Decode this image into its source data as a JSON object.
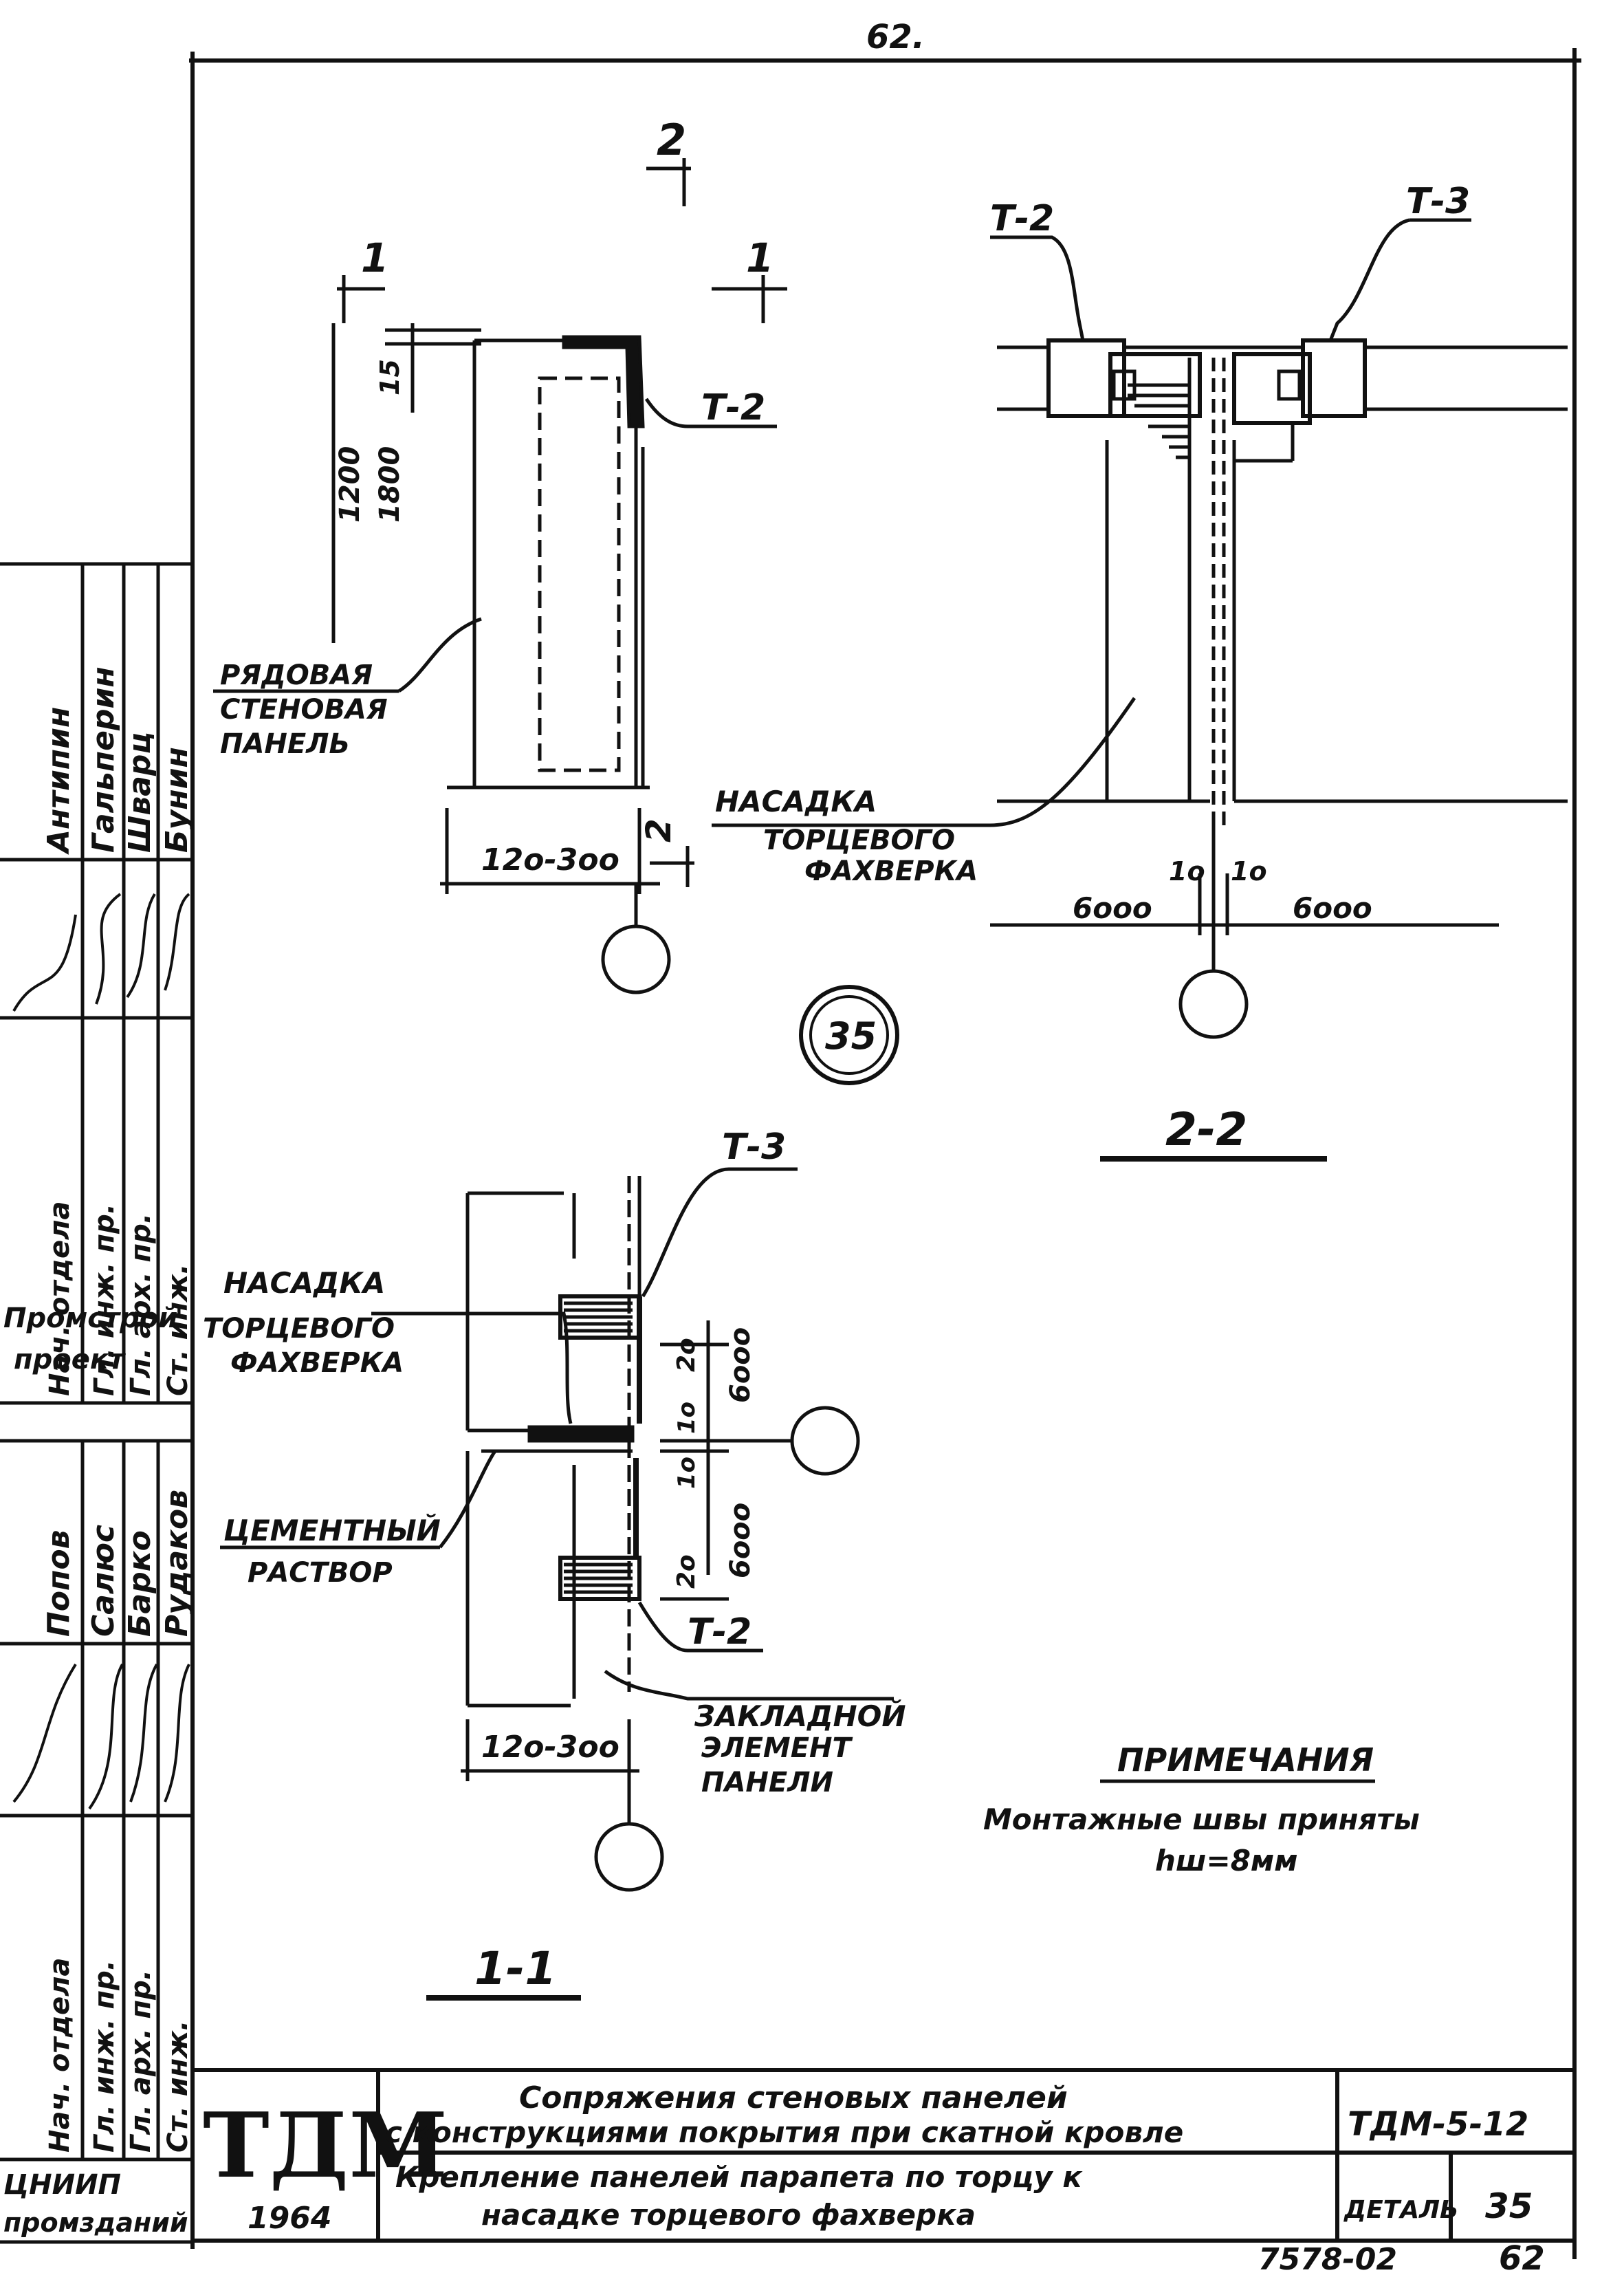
{
  "sheet_number_top": "62.",
  "views": {
    "section_marker_2": "2",
    "section_marker_1": "1",
    "dims_left": {
      "d15": "15",
      "d1200": "1200",
      "d1800": "1800",
      "d120_300": "12o-3oo"
    },
    "label_t2": "Т-2",
    "label_t3": "Т-3",
    "row_panel": [
      "РЯДОВАЯ",
      "СТЕНОВАЯ",
      "ПАНЕЛЬ"
    ],
    "nasadka": [
      "НАСАДКА",
      "ТОРЦЕВОГО",
      "ФАХВЕРКА"
    ],
    "dims_22": {
      "d10a": "1o",
      "d10b": "1o",
      "d6000a": "6ooo",
      "d6000b": "6ooo"
    },
    "detail_number": "35",
    "section_22_title": "2-2",
    "section_11_title": "1-1",
    "cement": [
      "ЦЕМЕНТНЫЙ",
      "РАСТВОР"
    ],
    "zakladnoy": [
      "ЗАКЛАДНОЙ",
      "ЭЛЕМЕНТ",
      "ПАНЕЛИ"
    ],
    "dims_11": {
      "d20a": "2o",
      "d20b": "2o",
      "d10a": "1o",
      "d10b": "1o",
      "d6000a": "6ooo",
      "d6000b": "6ooo",
      "d120_300": "12o-3oo"
    }
  },
  "note": {
    "title": "ПРИМЕЧАНИЯ",
    "line1": "Монтажные швы приняты",
    "line2": "hш=8мм"
  },
  "side_stamp": {
    "upper_names": [
      "Антипин",
      "Гальперин",
      "Шварц",
      "Бунин"
    ],
    "upper_roles": [
      "Нач. отдела",
      "Гл. инж. пр.",
      "Гл. арх. пр.",
      "Ст. инж."
    ],
    "org": [
      "Промстрой",
      "проект"
    ],
    "lower_names": [
      "Попов",
      "Салюс",
      "Барко",
      "Рудаков"
    ],
    "lower_roles": [
      "Нач. отдела",
      "Гл. инж. пр.",
      "Гл. арх. пр.",
      "Ст. инж."
    ],
    "bottom": [
      "ЦНИИП",
      "промзданий"
    ]
  },
  "title_block": {
    "logo": "ТДМ",
    "year": "1964",
    "line1": "Сопряжения стеновых панелей",
    "line2": "с конструкциями покрытия при скатной кровле",
    "line3": "Крепление панелей парапета по торцу к",
    "line4": "насадке торцевого фахверка",
    "code": "ТДМ-5-12",
    "detail_label": "ДЕТАЛЬ",
    "detail_no": "35"
  },
  "footer": {
    "inventory": "7578-02",
    "page": "62"
  }
}
